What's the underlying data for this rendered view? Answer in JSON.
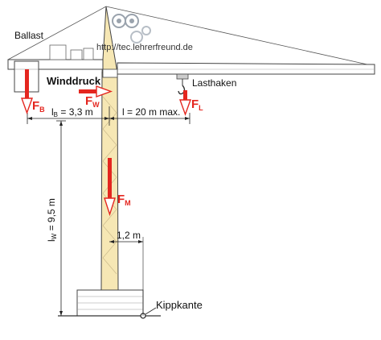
{
  "labels": {
    "ballast": "Ballast",
    "lasthaken": "Lasthaken",
    "winddruck": "Winddruck",
    "kippkante": "Kippkante",
    "website": "http://tec.lehrerfreund.de"
  },
  "forces": {
    "fb": {
      "letter": "F",
      "sub": "B"
    },
    "fw": {
      "letter": "F",
      "sub": "W"
    },
    "fl": {
      "letter": "F",
      "sub": "L"
    },
    "fm": {
      "letter": "F",
      "sub": "M"
    }
  },
  "dimensions": {
    "lb": {
      "l": "l",
      "sub": "B",
      "value": " = 3,3 m"
    },
    "l": {
      "text": "l  = 20 m max."
    },
    "lw": {
      "l": "l",
      "sub": "W",
      "value": " = 9,5 m"
    },
    "offset": {
      "text": "1,2 m"
    }
  },
  "colors": {
    "tower": "#f6e7b4",
    "force_arrow": "#e4261f",
    "line": "#222222"
  },
  "icons": {
    "logo": "owl-logo-icon"
  }
}
